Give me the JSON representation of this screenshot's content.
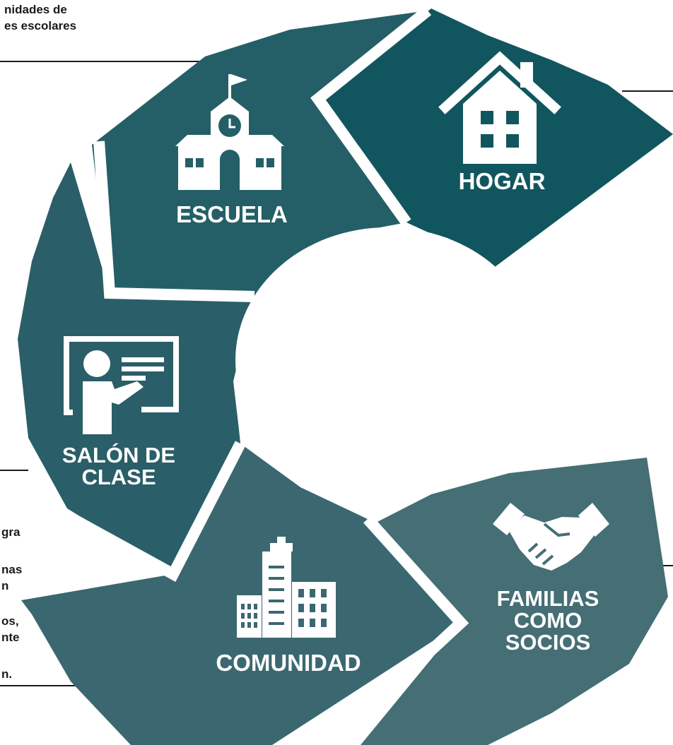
{
  "colors": {
    "segment_hogar": "#11565f",
    "segment_escuela": "#245f67",
    "segment_salon": "#2a5e68",
    "segment_comunidad": "#3b6870",
    "segment_familias": "#456e75",
    "center": "#ffffff",
    "label": "#ffffff",
    "text": "#1a1a1a"
  },
  "top_left_text": {
    "line1": "nidades de",
    "line2": "es escolares"
  },
  "bottom_left_text": {
    "line1": "gra",
    "line2": "nas",
    "line3": "n",
    "line4": "os,",
    "line5": "nte",
    "line6": "n."
  },
  "cycle": {
    "segments": [
      {
        "id": "hogar",
        "label_lines": [
          "HOGAR"
        ],
        "icon": "house-icon"
      },
      {
        "id": "escuela",
        "label_lines": [
          "ESCUELA"
        ],
        "icon": "school-building-icon"
      },
      {
        "id": "salon",
        "label_lines": [
          "SALÓN DE",
          "CLASE"
        ],
        "icon": "teacher-whiteboard-icon"
      },
      {
        "id": "comunidad",
        "label_lines": [
          "COMUNIDAD"
        ],
        "icon": "city-buildings-icon"
      },
      {
        "id": "familias",
        "label_lines": [
          "FAMILIAS",
          "COMO",
          "SOCIOS"
        ],
        "icon": "handshake-icon"
      }
    ]
  }
}
